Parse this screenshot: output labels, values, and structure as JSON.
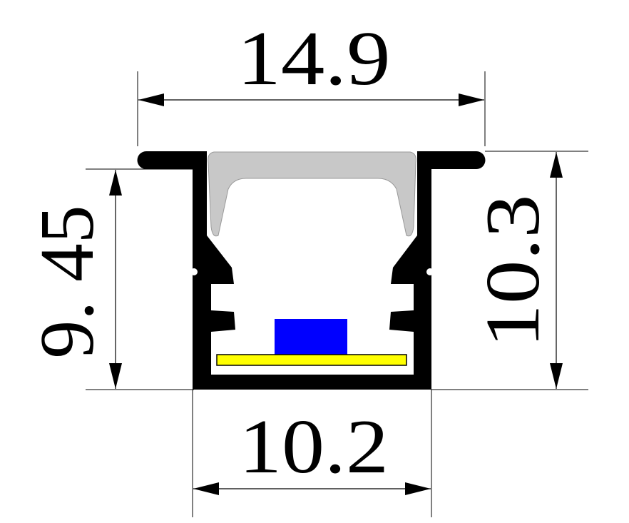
{
  "dimensions": {
    "top_width": "14.9",
    "right_height": "10.3",
    "left_height": "9. 45",
    "bottom_width": "10.2"
  },
  "colors": {
    "profile": "#000000",
    "diffuser": "#c8c8c8",
    "led_chip": "#0000ff",
    "pcb_strip": "#ffff00"
  }
}
